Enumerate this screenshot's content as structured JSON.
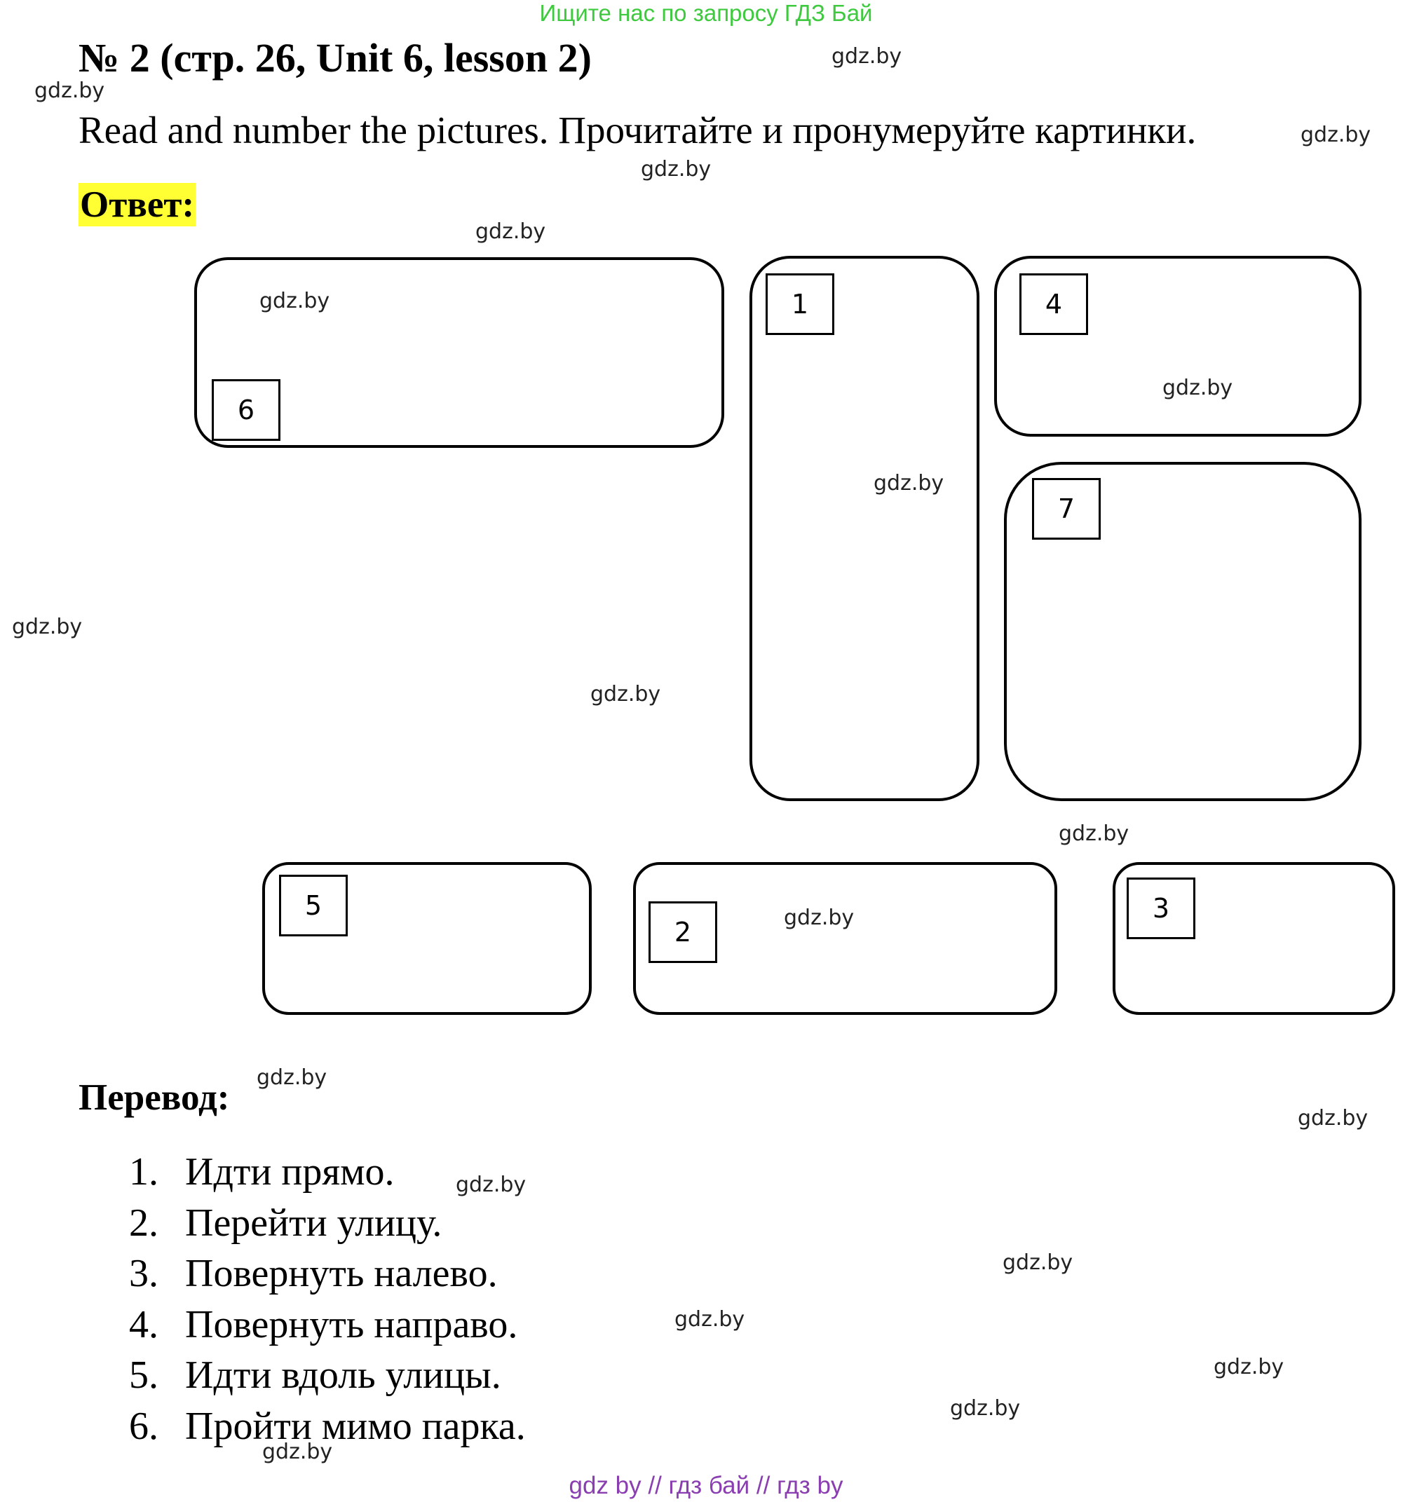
{
  "header": {
    "banner": "Ищите нас по запросу ГДЗ Бай",
    "task_title": "№ 2 (стр. 26, Unit 6, lesson 2)",
    "instruction": "Read and number the pictures. Прочитайте и пронумеруйте картинки."
  },
  "answer": {
    "label": "Ответ:",
    "pictures": [
      {
        "number": "6"
      },
      {
        "number": "1"
      },
      {
        "number": "4"
      },
      {
        "number": "7"
      },
      {
        "number": "5"
      },
      {
        "number": "2"
      },
      {
        "number": "3"
      }
    ]
  },
  "translation": {
    "title": "Перевод:",
    "items": [
      {
        "num": "1.",
        "text": "Идти прямо."
      },
      {
        "num": "2.",
        "text": "Перейти улицу."
      },
      {
        "num": "3.",
        "text": "Повернуть налево."
      },
      {
        "num": "4.",
        "text": "Повернуть направо."
      },
      {
        "num": "5.",
        "text": "Идти вдоль улицы."
      },
      {
        "num": "6.",
        "text": "Пройти мимо парка."
      }
    ]
  },
  "watermark": "gdz.by",
  "footer": "gdz by  //  гдз бай  //  гдз by",
  "colors": {
    "banner": "#3ec93e",
    "answer_highlight": "#ffff33",
    "footer": "#8a3fb0"
  }
}
